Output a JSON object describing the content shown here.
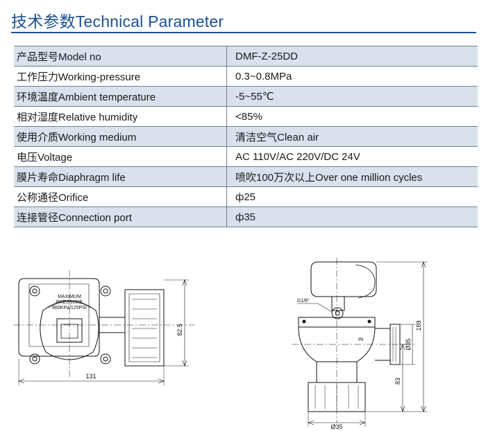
{
  "heading": "技术参数Technical Parameter",
  "params": [
    {
      "label": "产品型号Model no",
      "value": "DMF-Z-25DD"
    },
    {
      "label": "工作压力Working-pressure",
      "value": "0.3~0.8MPa"
    },
    {
      "label": "环境温度Ambient temperature",
      "value": "-5~55℃"
    },
    {
      "label": "相对湿度Relative humidity",
      "value": "<85%"
    },
    {
      "label": "使用介质Working medium",
      "value": "清洁空气Clean air"
    },
    {
      "label": "电压Voltage",
      "value": "AC 110V/AC 220V/DC 24V"
    },
    {
      "label": "膜片寿命Diaphragm life",
      "value": "喷吹100万次以上Over one million cycles"
    },
    {
      "label": "公称通径Orifice",
      "value": "ф25"
    },
    {
      "label": "连接管径Connection port",
      "value": "ф35"
    }
  ],
  "top_view": {
    "label_line1": "MAXIMUM",
    "label_line2": "PRESSURE",
    "label_line3": "860KPa/125PSI",
    "dim_height": "82.5",
    "dim_width": "131"
  },
  "side_view": {
    "port_label": "G1/8\"",
    "in_label": "IN",
    "dim_total_height": "189",
    "dim_lower_height": "83",
    "dim_inlet_dia": "Ø35",
    "dim_outlet_dia": "Ø35"
  }
}
